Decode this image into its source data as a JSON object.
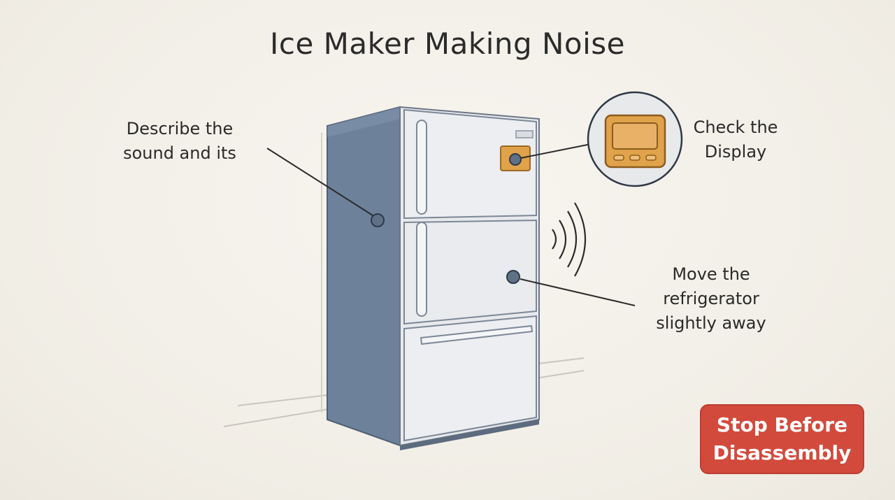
{
  "title": "Ice Maker Making Noise",
  "notes": {
    "sound": {
      "line1": "Describe the",
      "line2": "sound and its"
    },
    "display": {
      "line1": "Check the",
      "line2": "Display"
    },
    "move": {
      "line1": "Move the",
      "line2": "refrigerator",
      "line3": "slightly away"
    }
  },
  "warning": {
    "line1": "Stop Before",
    "line2": "Disassembly"
  },
  "colors": {
    "fridge_body": "#e7e9ec",
    "fridge_side": "#6d819b",
    "display_panel": "#e0a24a",
    "warning": "#d24a3c",
    "marker": "#5f7187"
  },
  "icons": {
    "refrigerator": "refrigerator-icon",
    "display": "display-panel-icon",
    "sound": "sound-waves-icon"
  }
}
